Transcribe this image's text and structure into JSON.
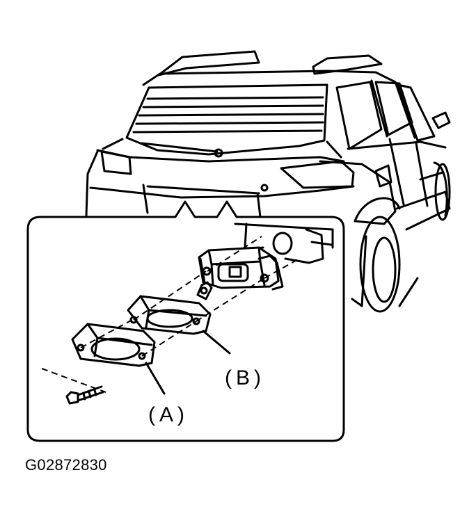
{
  "callouts": {
    "a": "(A)",
    "b": "(B)"
  },
  "figure_id": "G02872830",
  "colors": {
    "ink": "#000000",
    "paper": "#ffffff"
  }
}
